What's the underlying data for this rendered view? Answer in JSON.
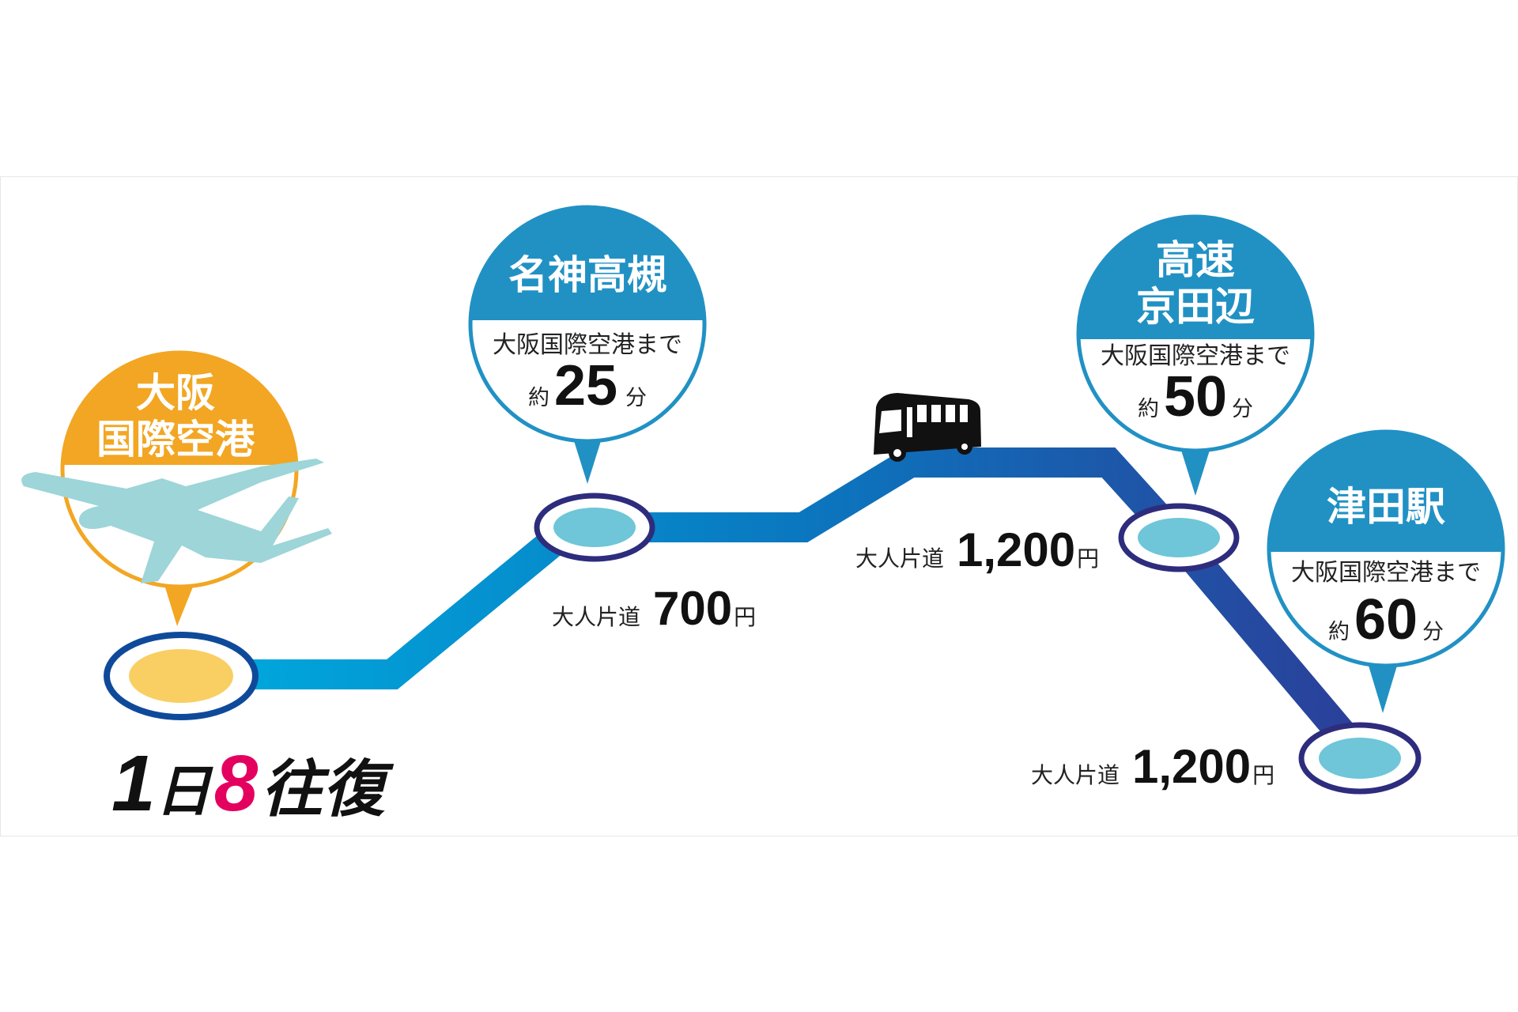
{
  "colors": {
    "pin_blue": "#2191c4",
    "pin_orange": "#f2a623",
    "route_start": "#00a8dd",
    "route_end": "#2b3f99",
    "accent_pink": "#e4005f"
  },
  "origin": {
    "name_line1": "大阪",
    "name_line2": "国際空港",
    "icon": "airplane-icon"
  },
  "stops": [
    {
      "name_line1": "名神高槻",
      "name_line2": "",
      "to_airport": "大阪国際空港まで",
      "approx": "約",
      "minutes": "25",
      "unit": "分"
    },
    {
      "name_line1": "高速",
      "name_line2": "京田辺",
      "to_airport": "大阪国際空港まで",
      "approx": "約",
      "minutes": "50",
      "unit": "分"
    },
    {
      "name_line1": "津田駅",
      "name_line2": "",
      "to_airport": "大阪国際空港まで",
      "approx": "約",
      "minutes": "60",
      "unit": "分"
    }
  ],
  "fares": [
    {
      "label": "大人片道",
      "amount": "700",
      "unit": "円"
    },
    {
      "label": "大人片道",
      "amount": "1,200",
      "unit": "円"
    },
    {
      "label": "大人片道",
      "amount": "1,200",
      "unit": "円"
    }
  ],
  "frequency": {
    "part1": "1",
    "part2": "日",
    "count": "8",
    "part3": "往復"
  },
  "bus_icon": "bus-icon"
}
